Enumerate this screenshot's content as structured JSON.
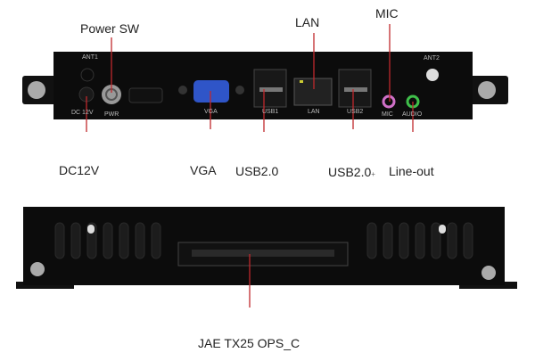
{
  "top_labels": {
    "power_sw": "Power SW",
    "lan": "LAN",
    "mic": "MIC",
    "dc12v": "DC12V",
    "vga": "VGA",
    "usb_left": "USB2.0",
    "usb_right": "USB2.0",
    "usb_right_mark": "+",
    "line_out": "Line-out"
  },
  "panel_print": {
    "ant1": "ANT1",
    "ant2": "ANT2",
    "dc": "DC 12V",
    "pwr": "PWR",
    "vga": "VGA",
    "usb1": "USB1",
    "lan": "LAN",
    "usb2": "USB2",
    "mic": "MIC",
    "audio": "AUDIO"
  },
  "bottom_label": "JAE TX25 OPS_C",
  "colors": {
    "leader_line": "#c0282d",
    "panel": "#0c0c0c",
    "vga": "#2f55c8",
    "mic": "#d070c8",
    "audio": "#3fbf4a"
  }
}
